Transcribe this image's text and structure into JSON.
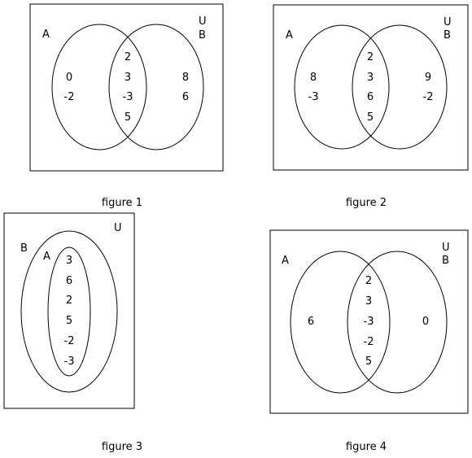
{
  "figures": [
    {
      "caption": "figure 1",
      "universe_label": "U",
      "set_a_label": "A",
      "set_b_label": "B",
      "only_a": [
        "0",
        "-2"
      ],
      "intersection": [
        "2",
        "3",
        "-3",
        "5"
      ],
      "only_b": [
        "8",
        "6"
      ]
    },
    {
      "caption": "figure 2",
      "universe_label": "U",
      "set_a_label": "A",
      "set_b_label": "B",
      "only_a": [
        "8",
        "-3"
      ],
      "intersection": [
        "2",
        "3",
        "6",
        "5"
      ],
      "only_b": [
        "9",
        "-2"
      ]
    },
    {
      "caption": "figure 3",
      "universe_label": "U",
      "set_a_label": "A",
      "set_b_label": "B",
      "inner_a": [
        "3",
        "6",
        "2",
        "5",
        "-2",
        "-3"
      ]
    },
    {
      "caption": "figure 4",
      "universe_label": "U",
      "set_a_label": "A",
      "set_b_label": "B",
      "only_a": [
        "6"
      ],
      "intersection": [
        "2",
        "3",
        "-3",
        "-2",
        "5"
      ],
      "only_b": [
        "0"
      ]
    }
  ]
}
